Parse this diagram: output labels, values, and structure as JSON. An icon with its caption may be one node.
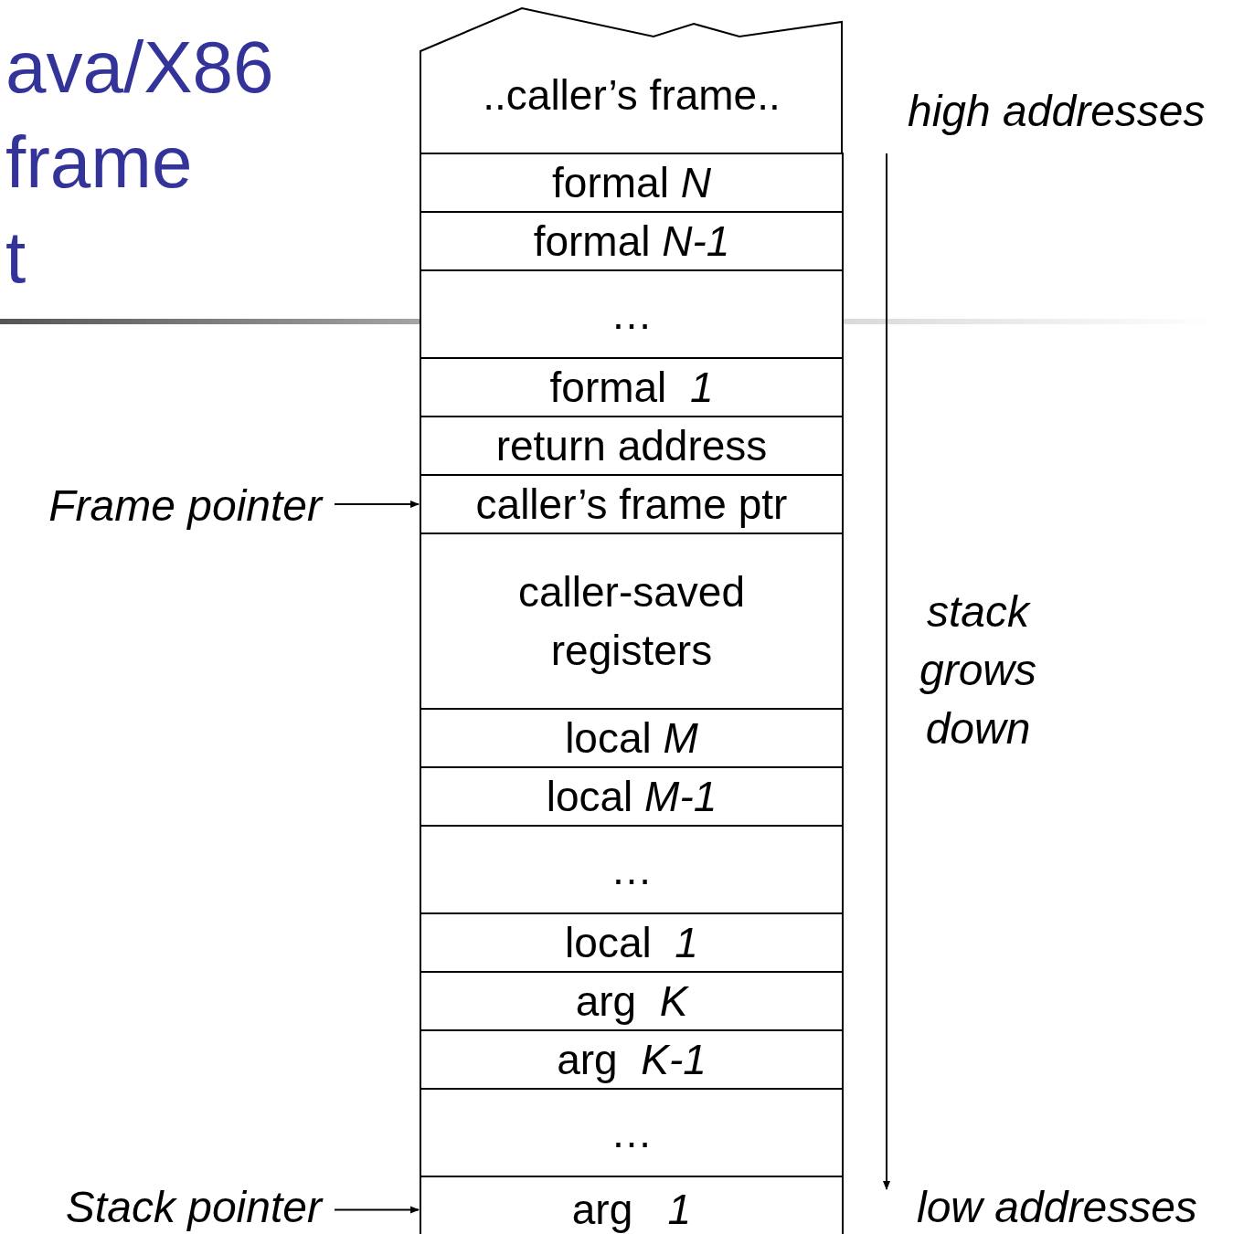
{
  "diagram": {
    "title": "ava/X86 frame t",
    "nodes": [
      {
        "text": [
          "..caller’s frame.."
        ]
      },
      {
        "text": [
          "formal *N*"
        ]
      },
      {
        "text": [
          "formal *N-1*"
        ]
      },
      {
        "text": [
          "…"
        ]
      },
      {
        "text": [
          "formal  *1*"
        ]
      },
      {
        "text": [
          "return address"
        ]
      },
      {
        "text": [
          "caller’s frame ptr"
        ]
      },
      {
        "text": [
          "caller-saved registers"
        ]
      },
      {
        "text": [
          "local *M*"
        ]
      },
      {
        "text": [
          "local *M-1*"
        ]
      },
      {
        "text": [
          "…"
        ]
      },
      {
        "text": [
          "local  *1*"
        ]
      },
      {
        "text": [
          "arg  *K*"
        ]
      },
      {
        "text": [
          "arg  *K-1*"
        ]
      },
      {
        "text": [
          "…"
        ]
      },
      {
        "text": [
          "arg   *1*"
        ]
      },
      {
        "text": [
          "Frame pointer"
        ]
      },
      {
        "text": [
          "Stack pointer"
        ]
      }
    ],
    "edges": [
      {
        "from": 16,
        "to": 6,
        "arrow": "to"
      },
      {
        "from": 17,
        "to": 15,
        "arrow": "to"
      }
    ],
    "labels": [
      "high addresses",
      "stack grows down",
      "low addresses"
    ]
  }
}
